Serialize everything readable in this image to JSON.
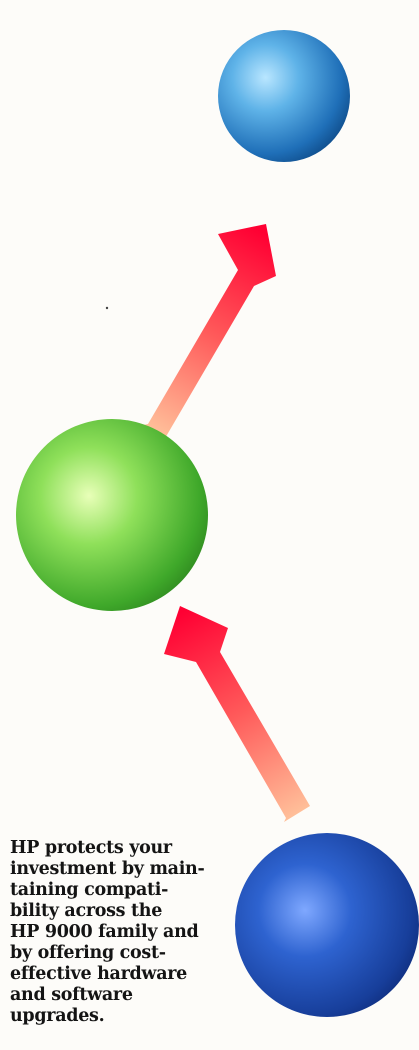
{
  "caption": {
    "lines": [
      "HP protects your",
      "investment by main-",
      "taining compati-",
      "bility across the",
      "HP 9000 family and",
      "by offering cost-",
      "effective hardware",
      "and software",
      "upgrades."
    ]
  },
  "colors": {
    "top_sphere": "#2f8fd0",
    "middle_sphere": "#6fcf3a",
    "bottom_sphere": "#1f4fb8",
    "arrow_head": "#ff0033",
    "arrow_tail": "#ffb38a"
  }
}
